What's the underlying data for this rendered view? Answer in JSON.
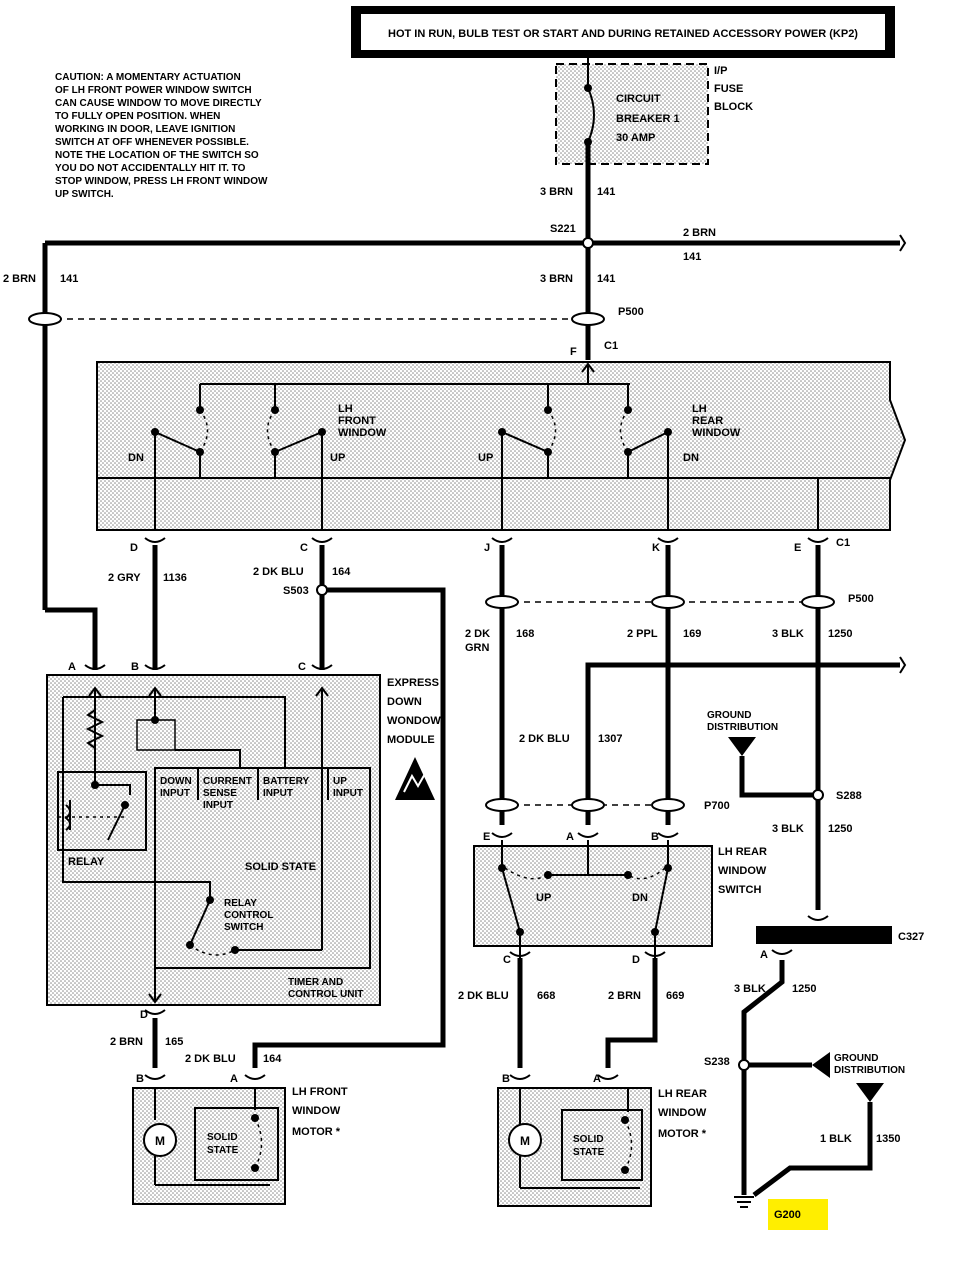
{
  "title_banner": "HOT IN RUN, BULB TEST OR START AND DURING RETAINED ACCESSORY POWER (KP2)",
  "caution": [
    "CAUTION: A MOMENTARY ACTUATION",
    "OF LH FRONT POWER WINDOW SWITCH",
    "CAN CAUSE WINDOW TO MOVE DIRECTLY",
    "TO FULLY OPEN POSITION. WHEN",
    "WORKING IN DOOR, LEAVE IGNITION",
    "SWITCH AT OFF WHENEVER POSSIBLE.",
    "NOTE THE LOCATION OF THE SWITCH SO",
    "YOU DO NOT ACCIDENTALLY HIT IT. TO",
    "STOP WINDOW, PRESS LH FRONT WINDOW",
    "UP SWITCH."
  ],
  "fuse_block": {
    "label": [
      "I/P",
      "FUSE",
      "BLOCK"
    ],
    "breaker": [
      "CIRCUIT",
      "BREAKER 1",
      "30 AMP"
    ]
  },
  "splices": {
    "s221": "S221",
    "s503": "S503",
    "s288": "S288",
    "s238": "S238"
  },
  "connectors": {
    "p500": "P500",
    "c1": "C1",
    "p700": "P700",
    "c327": "C327"
  },
  "ground": "G200",
  "ground_distribution": [
    "GROUND",
    "DISTRIBUTION"
  ],
  "wires": {
    "w3brn": "3 BRN",
    "w141": "141",
    "w2brn": "2 BRN",
    "w2gry": "2 GRY",
    "w1136": "1136",
    "w2dkblu": "2 DK BLU",
    "w164": "164",
    "w2dkgrn_a": "2 DK",
    "w2dkgrn_b": "GRN",
    "w168": "168",
    "w2ppl": "2 PPL",
    "w169": "169",
    "w3blk": "3 BLK",
    "w1250": "1250",
    "w1307": "1307",
    "w165": "165",
    "w668": "668",
    "w669": "669",
    "w1blk": "1 BLK",
    "w1350": "1350"
  },
  "pins": {
    "a": "A",
    "b": "B",
    "c": "C",
    "d": "D",
    "e": "E",
    "f": "F",
    "j": "J",
    "k": "K"
  },
  "master_switch": {
    "dn": "DN",
    "up": "UP",
    "lh_front": [
      "LH",
      "FRONT",
      "WINDOW"
    ],
    "lh_rear": [
      "LH",
      "REAR",
      "WINDOW"
    ]
  },
  "module": {
    "label": [
      "EXPRESS",
      "DOWN",
      "WONDOW",
      "MODULE"
    ],
    "relay": "RELAY",
    "down_input": [
      "DOWN",
      "INPUT"
    ],
    "current_sense": [
      "CURRENT",
      "SENSE",
      "INPUT"
    ],
    "battery_input": [
      "BATTERY",
      "INPUT"
    ],
    "up_input": [
      "UP",
      "INPUT"
    ],
    "solid_state": "SOLID STATE",
    "relay_control": [
      "RELAY",
      "CONTROL",
      "SWITCH"
    ],
    "timer": [
      "TIMER AND",
      "CONTROL UNIT"
    ]
  },
  "rear_switch": {
    "label": [
      "LH REAR",
      "WINDOW",
      "SWITCH"
    ],
    "up": "UP",
    "dn": "DN"
  },
  "front_motor": {
    "label": [
      "LH FRONT",
      "WINDOW",
      "MOTOR *"
    ],
    "m": "M",
    "solid": [
      "SOLID",
      "STATE"
    ]
  },
  "rear_motor": {
    "label": [
      "LH REAR",
      "WINDOW",
      "MOTOR *"
    ],
    "m": "M",
    "solid": [
      "SOLID",
      "STATE"
    ]
  },
  "colors": {
    "highlight": "#ffee00",
    "ink": "#000000",
    "stipple": "#9a9a9a"
  }
}
